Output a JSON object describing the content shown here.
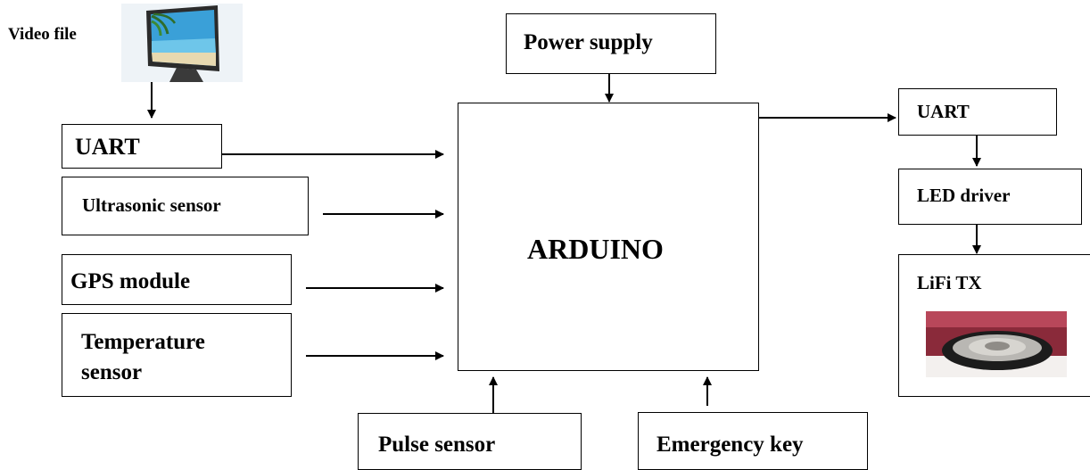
{
  "labels": {
    "video_file": "Video file",
    "uart_in": "UART",
    "ultrasonic": "Ultrasonic sensor",
    "gps": "GPS module",
    "temperature_line1": "Temperature",
    "temperature_line2": "sensor",
    "power_supply": "Power supply",
    "arduino": "ARDUINO",
    "pulse": "Pulse sensor",
    "emergency": "Emergency key",
    "uart_out": "UART",
    "led_driver": "LED driver",
    "lifi_tx": "LiFi TX"
  },
  "colors": {
    "line": "#000000",
    "sky": "#3aa0d8",
    "sea": "#6ec6ea",
    "sand": "#e8d9b0",
    "monitor_frame": "#2b2b2b"
  },
  "icons": {
    "monitor": "monitor-icon",
    "led": "led-speaker-icon"
  }
}
